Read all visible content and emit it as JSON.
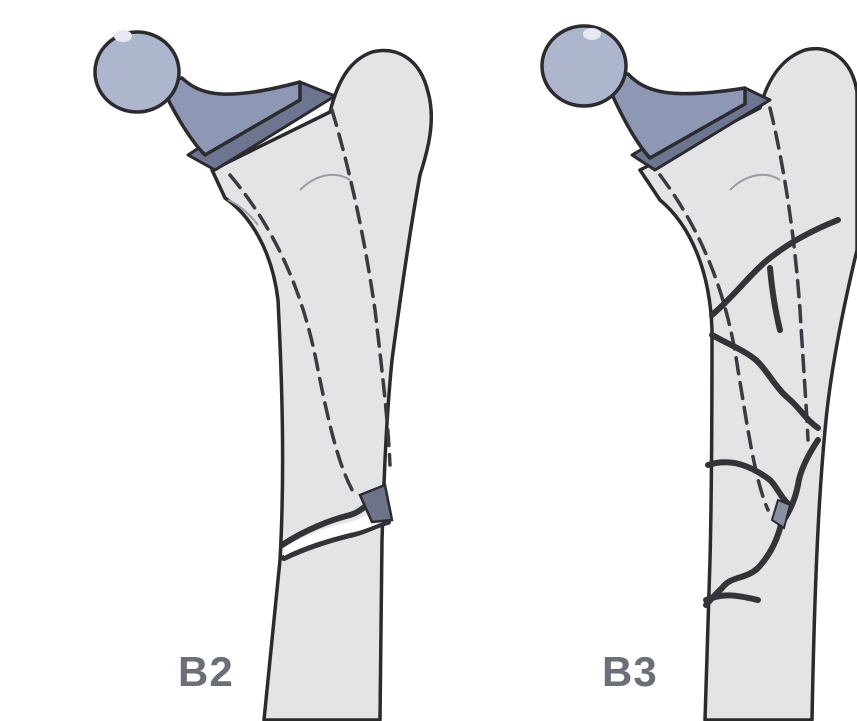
{
  "panels": [
    {
      "label": "B2",
      "fracture": "transverse-distal-tip"
    },
    {
      "label": "B3",
      "fracture": "comminuted-multiple"
    }
  ],
  "colors": {
    "bone": "#e3e4e6",
    "implant_head": "#aeb6ce",
    "implant_neck": "#8e97b3",
    "outline": "#2b2b2e",
    "label": "#6b6f78"
  }
}
